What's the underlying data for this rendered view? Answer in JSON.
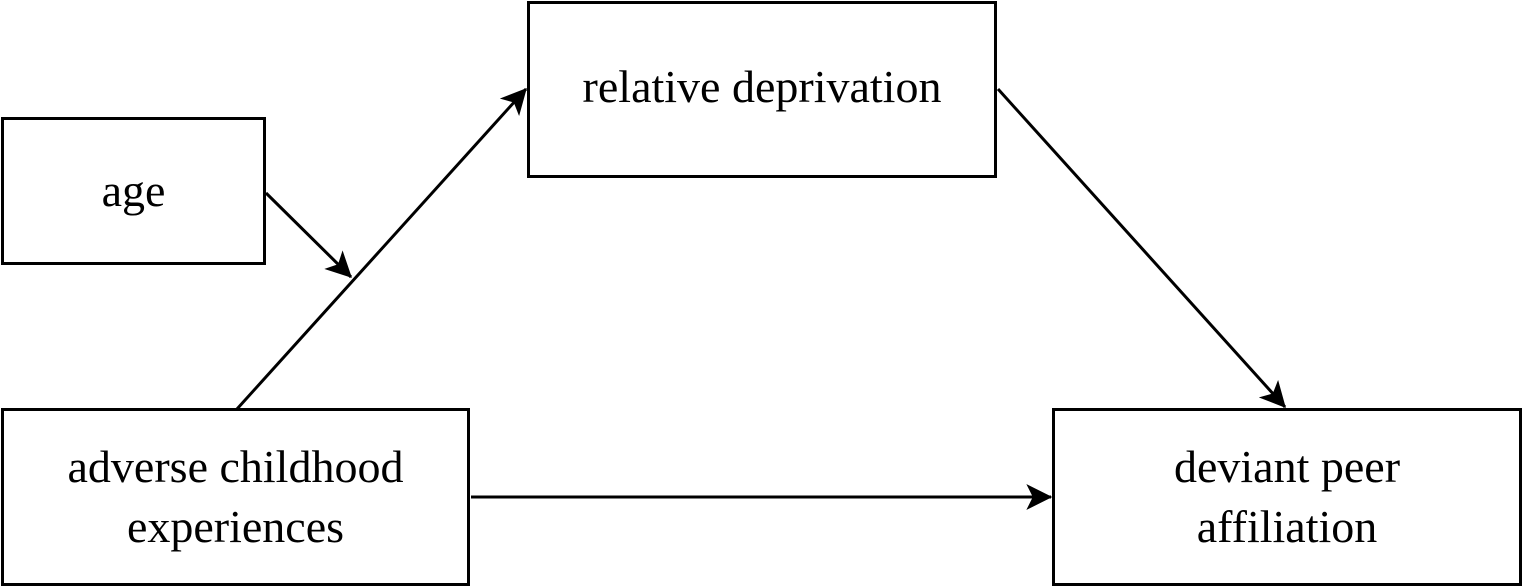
{
  "diagram": {
    "nodes": {
      "age": {
        "label": "age"
      },
      "relative_deprivation": {
        "label": "relative deprivation"
      },
      "adverse_childhood_experiences": {
        "lines": [
          "adverse childhood",
          "experiences"
        ]
      },
      "deviant_peer_affiliation": {
        "lines": [
          "deviant peer",
          "affiliation"
        ]
      }
    },
    "edges": [
      {
        "from": "adverse childhood experiences",
        "to": "relative deprivation"
      },
      {
        "from": "relative deprivation",
        "to": "deviant peer affiliation"
      },
      {
        "from": "adverse childhood experiences",
        "to": "deviant peer affiliation"
      },
      {
        "from": "age",
        "to": "adverse childhood experiences → relative deprivation path"
      }
    ],
    "colors": {
      "stroke": "#000000",
      "background": "#ffffff"
    }
  }
}
